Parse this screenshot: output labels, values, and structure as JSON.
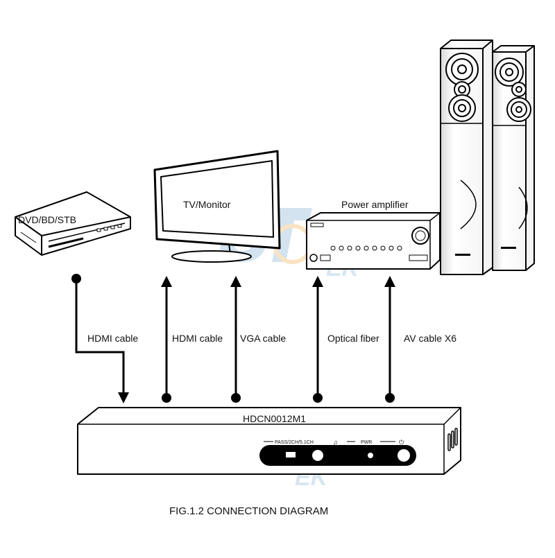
{
  "devices": {
    "source": "DVD/BD/STB",
    "tv": "TV/Monitor",
    "amplifier": "Power amplifier",
    "main_unit": "HDCN0012M1"
  },
  "connections": {
    "source_hdmi": "HDMI cable",
    "tv_hdmi": "HDMI cable",
    "tv_vga": "VGA cable",
    "amp_optical": "Optical fiber",
    "amp_av": "AV cable X6"
  },
  "front_panel": {
    "mode_label": "PASS/2CH/5.1CH",
    "power_label": "PWR"
  },
  "watermark": "UTEK",
  "caption": "FIG.1.2 CONNECTION DIAGRAM",
  "colors": {
    "line": "#000000",
    "watermark_blue": "#9ec3dc",
    "watermark_orange": "#f5c27a"
  }
}
